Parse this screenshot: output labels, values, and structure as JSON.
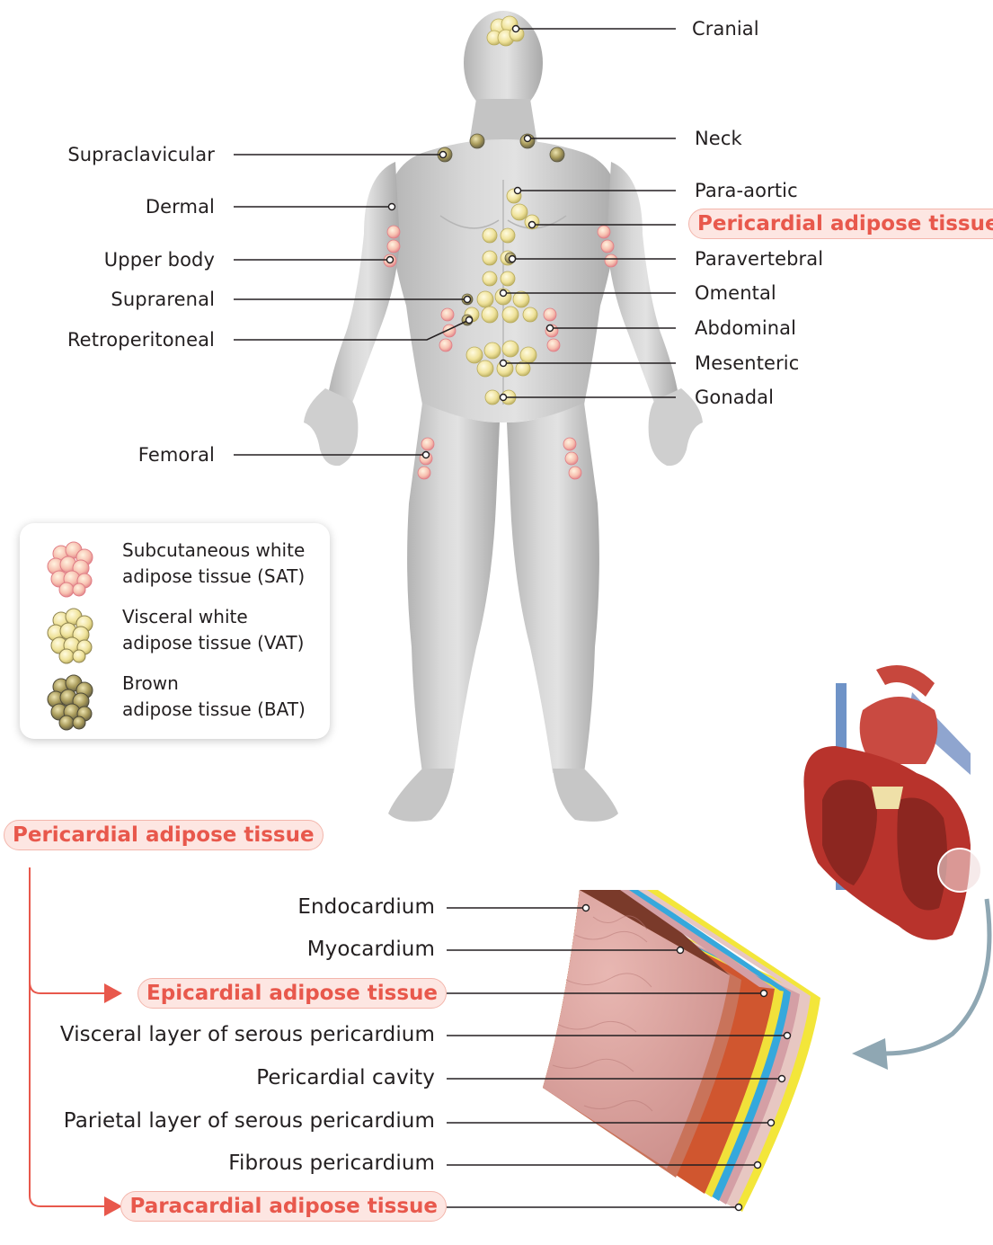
{
  "body_map": {
    "labels_left": [
      {
        "key": "supraclavicular",
        "text": "Supraclavicular"
      },
      {
        "key": "dermal",
        "text": "Dermal"
      },
      {
        "key": "upper_body",
        "text": "Upper body"
      },
      {
        "key": "suprarenal",
        "text": "Suprarenal"
      },
      {
        "key": "retroperitoneal",
        "text": "Retroperitoneal"
      },
      {
        "key": "femoral",
        "text": "Femoral"
      }
    ],
    "labels_right": [
      {
        "key": "cranial",
        "text": "Cranial"
      },
      {
        "key": "neck",
        "text": "Neck"
      },
      {
        "key": "para_aortic",
        "text": "Para-aortic"
      },
      {
        "key": "paravertebral",
        "text": "Paravertebral"
      },
      {
        "key": "omental",
        "text": "Omental"
      },
      {
        "key": "abdominal",
        "text": "Abdominal"
      },
      {
        "key": "mesenteric",
        "text": "Mesenteric"
      },
      {
        "key": "gonadal",
        "text": "Gonadal"
      }
    ],
    "highlight_label": "Pericardial adipose tissue"
  },
  "legend": {
    "items": [
      {
        "line1": "Subcutaneous white",
        "line2": "adipose tissue (SAT)",
        "icon": "sat-cluster-icon",
        "color": "#f2a0a0"
      },
      {
        "line1": "Visceral white",
        "line2": "adipose tissue (VAT)",
        "icon": "vat-cluster-icon",
        "color": "#e8db8a"
      },
      {
        "line1": "Brown",
        "line2": "adipose tissue (BAT)",
        "icon": "bat-cluster-icon",
        "color": "#a89a5a"
      }
    ]
  },
  "heart_section": {
    "root_label": "Pericardial adipose tissue",
    "layers": [
      {
        "text": "Endocardium",
        "highlight": false
      },
      {
        "text": "Myocardium",
        "highlight": false
      },
      {
        "text": "Epicardial adipose tissue",
        "highlight": true
      },
      {
        "text": "Visceral layer of serous pericardium",
        "highlight": false
      },
      {
        "text": "Pericardial cavity",
        "highlight": false
      },
      {
        "text": "Parietal layer of serous pericardium",
        "highlight": false
      },
      {
        "text": "Fibrous pericardium",
        "highlight": false
      },
      {
        "text": "Paracardial adipose tissue",
        "highlight": true
      }
    ]
  },
  "colors": {
    "highlight_text": "#e8584c",
    "highlight_bg": "#fde6e2",
    "arrow": "#e8584c",
    "leader_line": "#231f20",
    "body": "#c9c9c9",
    "sat": "#f2a0a0",
    "vat": "#e8db8a",
    "bat": "#a89a5a",
    "curved_arrow": "#8fa7b3"
  }
}
